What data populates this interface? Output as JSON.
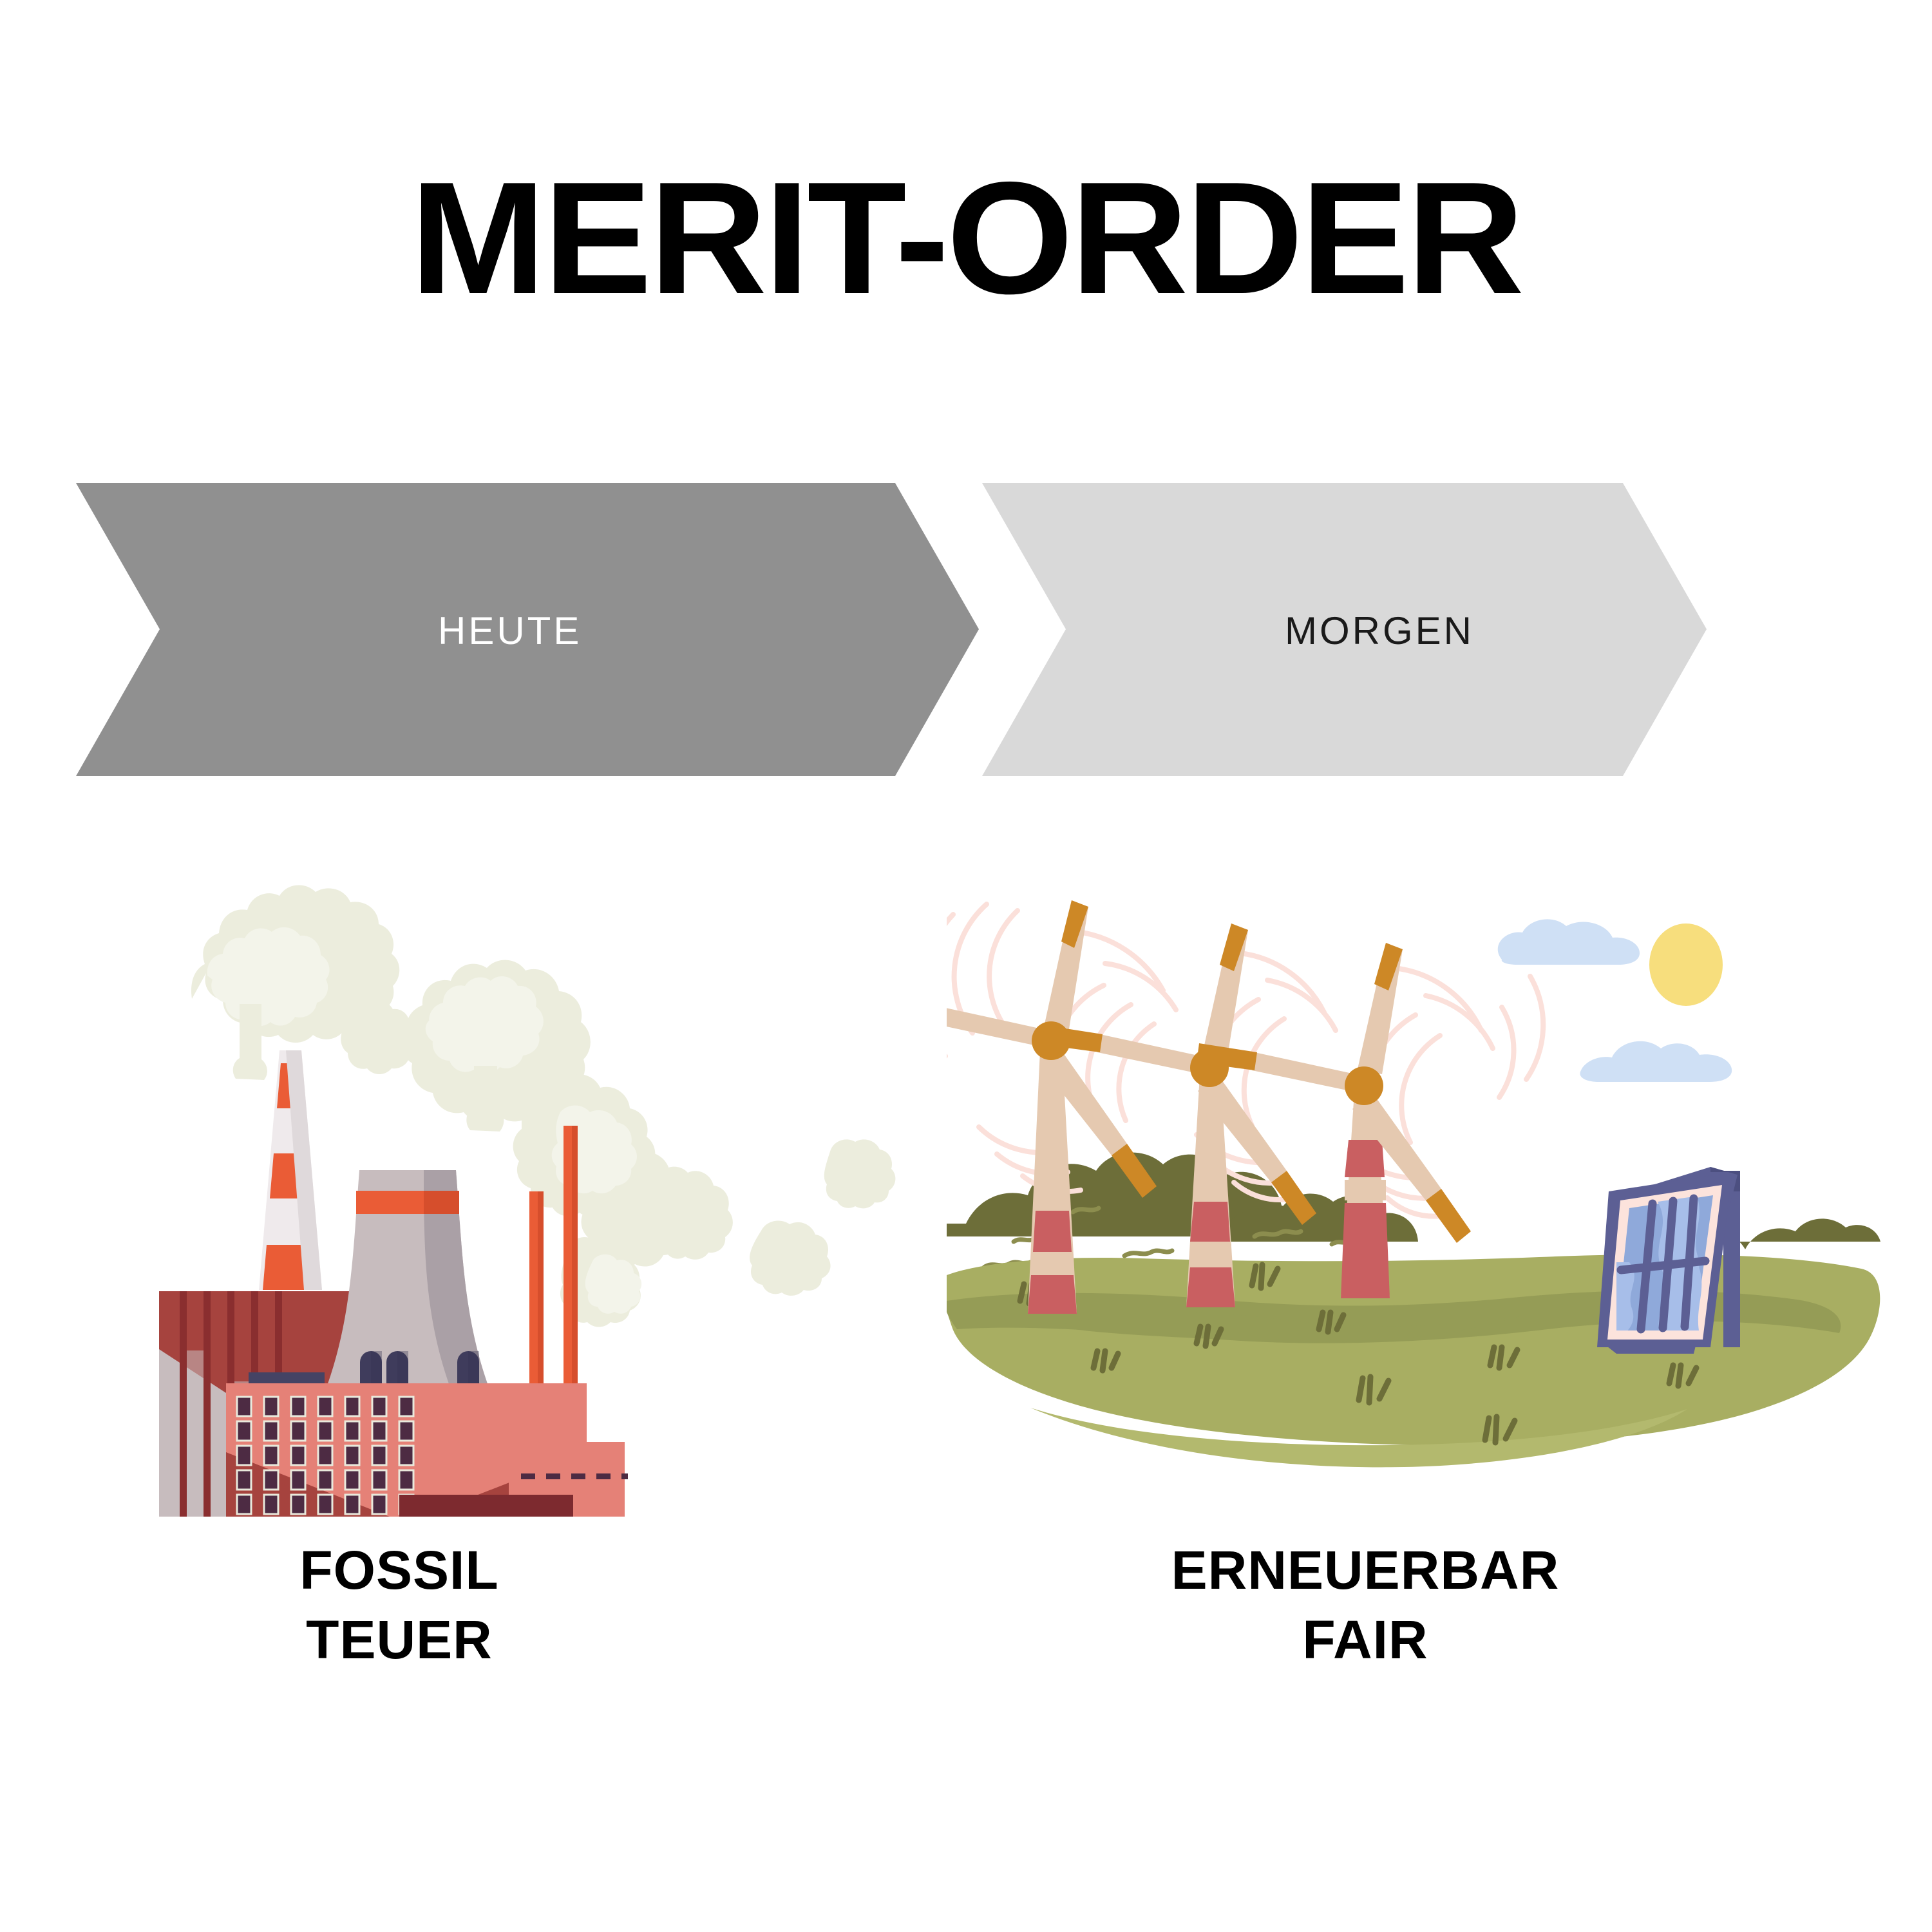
{
  "page": {
    "title": "MERIT-ORDER",
    "background_color": "#ffffff"
  },
  "timeline": {
    "steps": [
      {
        "label": "HEUTE",
        "fill_color": "#909090",
        "text_color": "#ffffff"
      },
      {
        "label": "MORGEN",
        "fill_color": "#d9d9d9",
        "text_color": "#1a1a1a"
      }
    ]
  },
  "panels": [
    {
      "id": "fossil",
      "illustration": "coal-power-plant-illustration",
      "caption_line1": "FOSSIL",
      "caption_line2": "TEUER",
      "colors": {
        "smoke": "#e9ead9",
        "smoke_light": "#f2f3e8",
        "brick_dark": "#a6433e",
        "brick_deep": "#7d2a2f",
        "salmon": "#e58177",
        "window": "#4d2b43",
        "base_navy": "#454364",
        "cream": "#e9e9dc",
        "tower_gray": "#c7bcbe",
        "tower_gray_dark": "#aaa0a6",
        "orange": "#ea5c36",
        "stripe_white": "#efeaec"
      }
    },
    {
      "id": "renewable",
      "illustration": "wind-and-solar-illustration",
      "caption_line1": "ERNEUERBAR",
      "caption_line2": "FAIR",
      "colors": {
        "grass_light": "#a8ae62",
        "grass_dark": "#959c56",
        "bush": "#6d6e39",
        "blade": "#e5c9b0",
        "blade_tip": "#cd8826",
        "hub": "#cd8826",
        "tower_band": "#c95f61",
        "motion_arc": "#fbe0da",
        "panel_frame": "#5c5f94",
        "panel_inner": "#fce3dc",
        "glass": "#8fa9da",
        "glass_light": "#a7bee9",
        "sun": "#f7de7d",
        "cloud": "#cfe0f5"
      }
    }
  ]
}
